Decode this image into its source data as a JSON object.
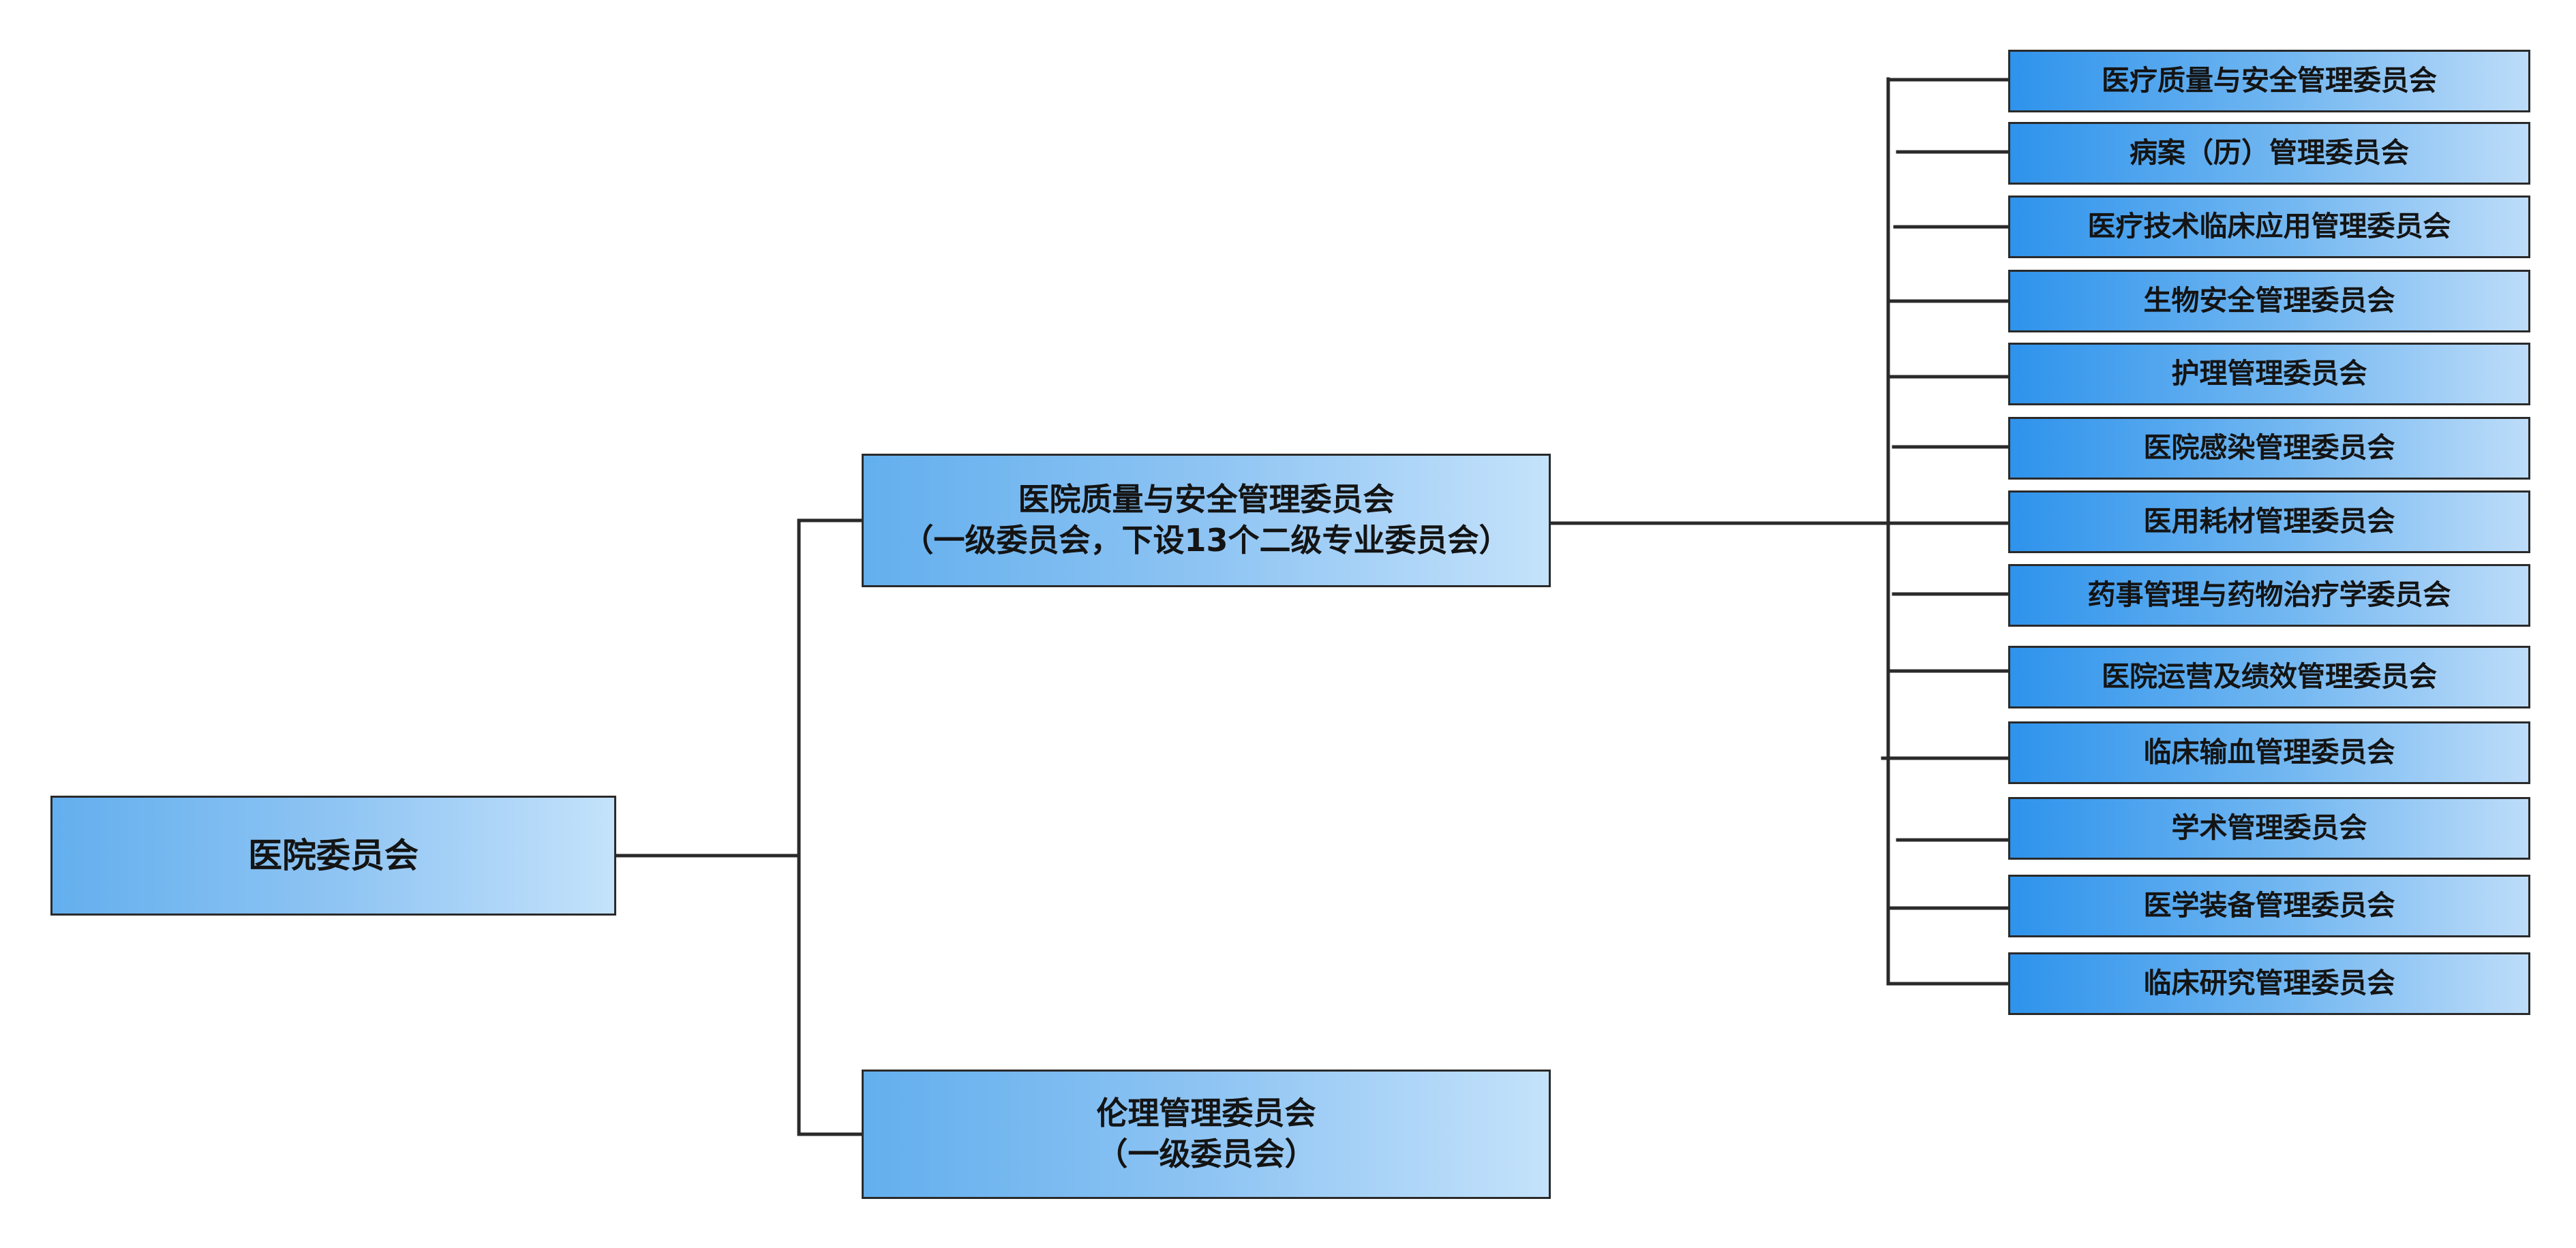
{
  "root": {
    "label": "医院委员会"
  },
  "level1": [
    {
      "line1": "医院质量与安全管理委员会",
      "line2": "（一级委员会，下设13个二级专业委员会）"
    },
    {
      "line1": "伦理管理委员会",
      "line2": "（一级委员会）"
    }
  ],
  "level2": [
    "医疗质量与安全管理委员会",
    "病案（历）管理委员会",
    "医疗技术临床应用管理委员会",
    "生物安全管理委员会",
    "护理管理委员会",
    "医院感染管理委员会",
    "医用耗材管理委员会",
    "药事管理与药物治疗学委员会",
    "医院运营及绩效管理委员会",
    "临床输血管理委员会",
    "学术管理委员会",
    "医学装备管理委员会",
    "临床研究管理委员会"
  ],
  "colors": {
    "line": "#2a2a2a",
    "box_border": "#2a2a2a",
    "gradient_light_start": "#63afee",
    "gradient_deep_start": "#2e93ec",
    "gradient_end": "#c4e2fb"
  }
}
